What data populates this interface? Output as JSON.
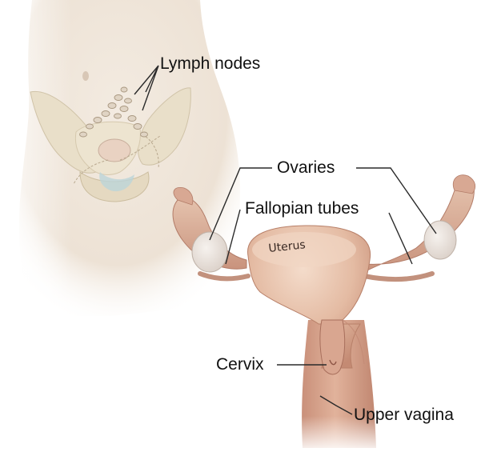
{
  "labels": {
    "lymph_nodes": "Lymph nodes",
    "ovaries": "Ovaries",
    "fallopian_tubes": "Fallopian tubes",
    "uterus": "Uterus",
    "cervix": "Cervix",
    "upper_vagina": "Upper vagina"
  },
  "colors": {
    "torso_skin": "#efe4d8",
    "pelvis_bone": "#e7dcc6",
    "uterus_tissue": "#e6c1aa",
    "uterus_shade": "#c98f79",
    "ovary": "#ece6e0",
    "leader_line": "#2a2a2a",
    "label_text": "#111111"
  }
}
